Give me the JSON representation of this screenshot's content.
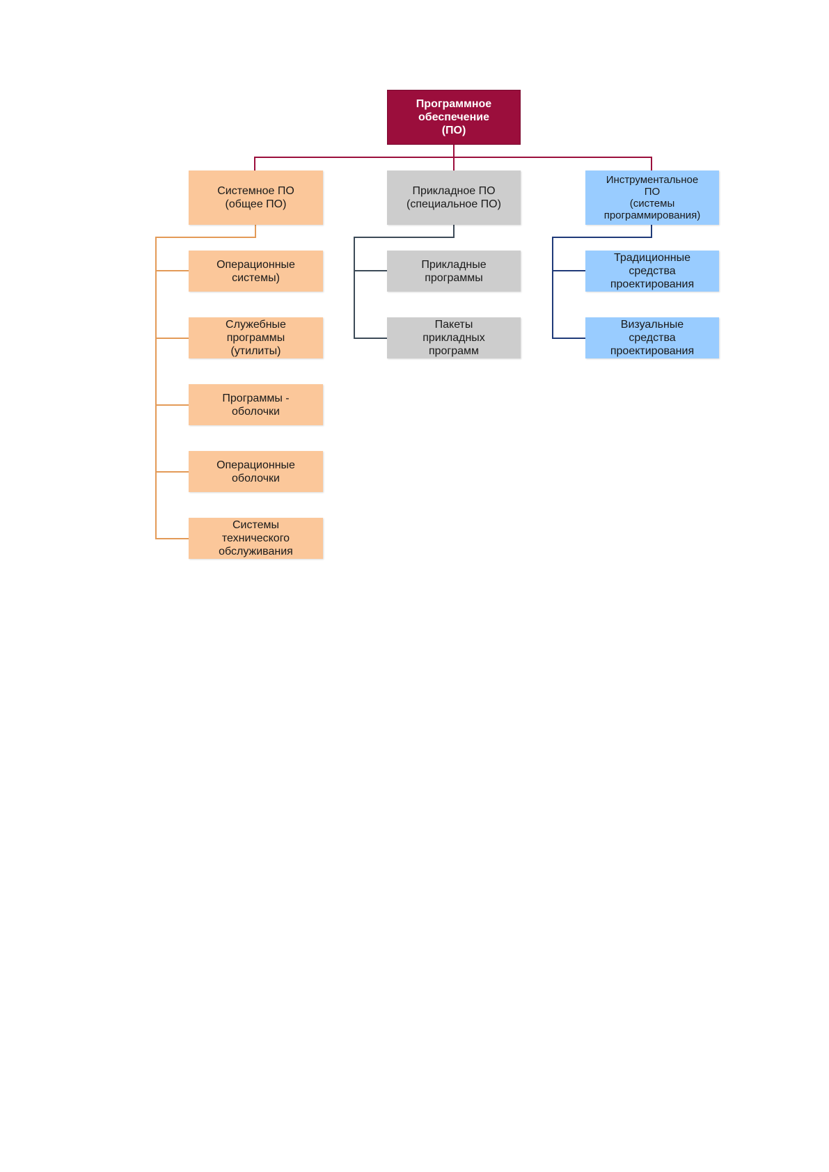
{
  "diagram": {
    "root": {
      "label": "Программное\nобеспечение\n(ПО)"
    },
    "branches": [
      {
        "label": "Системное ПО\n(общее ПО)",
        "children": [
          "Операционные\nсистемы)",
          "Служебные\nпрограммы\n(утилиты)",
          "Программы -\nоболочки",
          "Операционные\nоболочки",
          "Системы\nтехнического\nобслуживания"
        ]
      },
      {
        "label": "Прикладное ПО\n(специальное ПО)",
        "children": [
          "Прикладные\nпрограммы",
          "Пакеты\nприкладных\nпрограмм"
        ]
      },
      {
        "label": "Инструментальное\nПО\n(системы\nпрограммирования)",
        "children": [
          "Традиционные\nсредства\nпроектирования",
          "Визуальные\nсредства\nпроектирования"
        ]
      }
    ],
    "colors": {
      "root": "#9b0e3c",
      "system": "#fbc79a",
      "applied": "#cdcdcd",
      "tools": "#99ccff"
    }
  }
}
